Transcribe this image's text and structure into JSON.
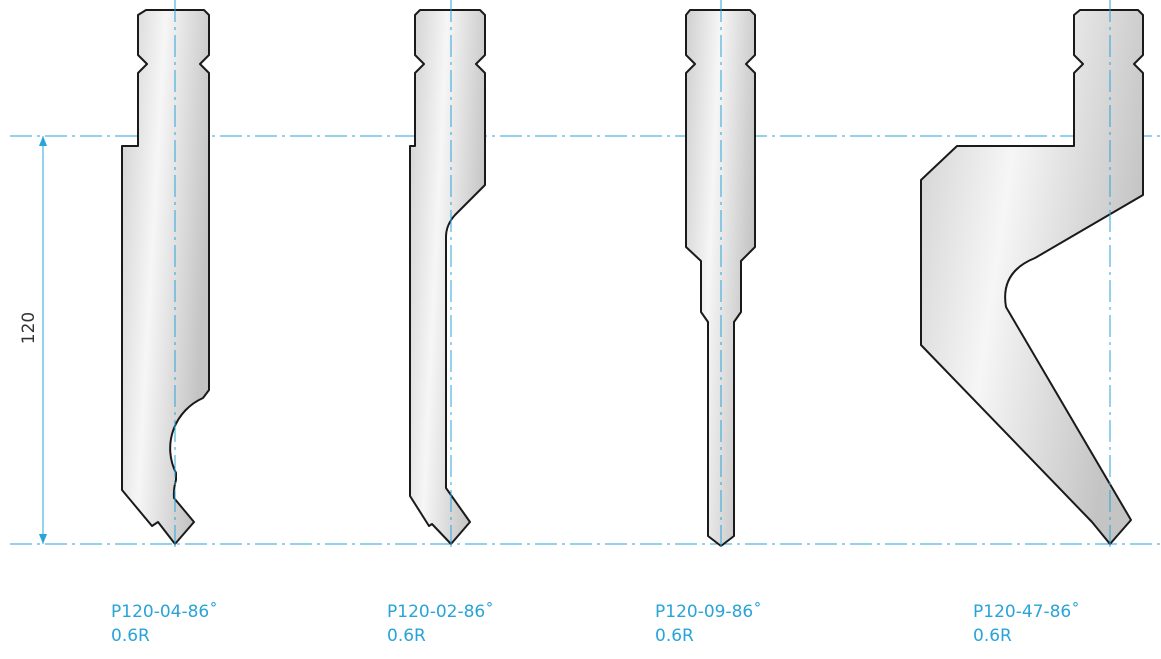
{
  "colors": {
    "accent": "#29a3d8",
    "outline": "#1a1a1a",
    "fill_light": "#f4f4f4",
    "fill_dark": "#c9c9c9"
  },
  "dimension": {
    "value": "120"
  },
  "tools": [
    {
      "name": "P120-04-86˚",
      "radius": "0.6R"
    },
    {
      "name": "P120-02-86˚",
      "radius": "0.6R"
    },
    {
      "name": "P120-09-86˚",
      "radius": "0.6R"
    },
    {
      "name": "P120-47-86˚",
      "radius": "0.6R"
    }
  ]
}
